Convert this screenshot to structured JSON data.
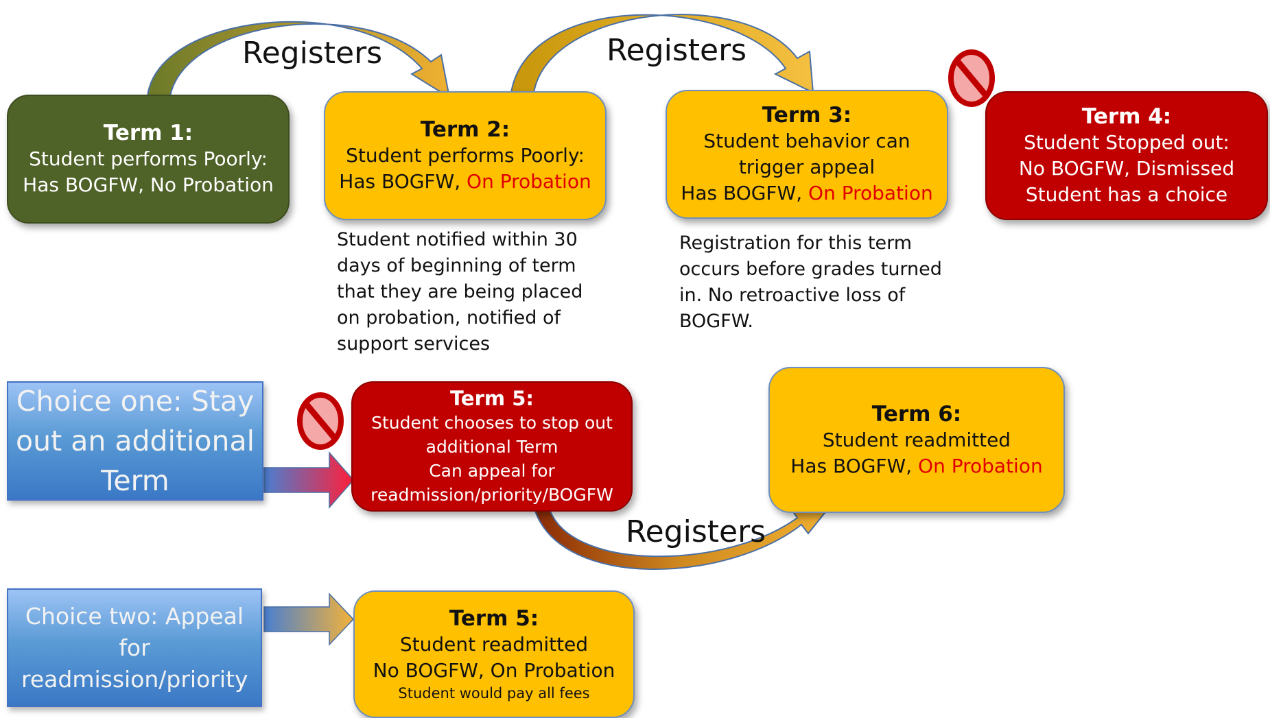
{
  "colors": {
    "green": "#4f6228",
    "yellow": "#ffc000",
    "red": "#c00000",
    "blue": "#5b9bd5",
    "probation_red": "#e00000"
  },
  "arrows": {
    "registers_1": "Registers",
    "registers_2": "Registers",
    "registers_3": "Registers"
  },
  "term1": {
    "title": "Term 1:",
    "line1": "Student performs Poorly:",
    "line2": "Has BOGFW, No Probation"
  },
  "term2": {
    "title": "Term 2:",
    "line1": "Student performs Poorly:",
    "line2a": "Has BOGFW, ",
    "line2b": "On Probation"
  },
  "term2_note": "Student notified within 30 days of beginning of term that they are being placed on probation, notified of support services",
  "term3": {
    "title": "Term 3:",
    "line1": "Student behavior can",
    "line2": "trigger appeal",
    "line3a": "Has BOGFW, ",
    "line3b": "On Probation"
  },
  "term3_note": "Registration for this term occurs before grades turned in. No retroactive loss of BOGFW.",
  "term4": {
    "title": "Term 4:",
    "line1": "Student Stopped out:",
    "line2": "No BOGFW, Dismissed",
    "line3": "Student has a choice"
  },
  "choice1": {
    "text": "Choice one: Stay out an additional Term"
  },
  "term5a": {
    "title": "Term 5:",
    "line1": "Student chooses to stop out",
    "line2": "additional Term",
    "line3": "Can appeal for",
    "line4": "readmission/priority/BOGFW"
  },
  "term6": {
    "title": "Term 6:",
    "line1": "Student readmitted",
    "line2a": "Has BOGFW, ",
    "line2b": "On Probation"
  },
  "choice2": {
    "text": "Choice two: Appeal for readmission/priority"
  },
  "term5b": {
    "title": "Term 5:",
    "line1": "Student readmitted",
    "line2": "No BOGFW, On Probation",
    "line3": "Student would pay all fees"
  },
  "icons": [
    "no-entry-icon",
    "no-entry-icon"
  ]
}
